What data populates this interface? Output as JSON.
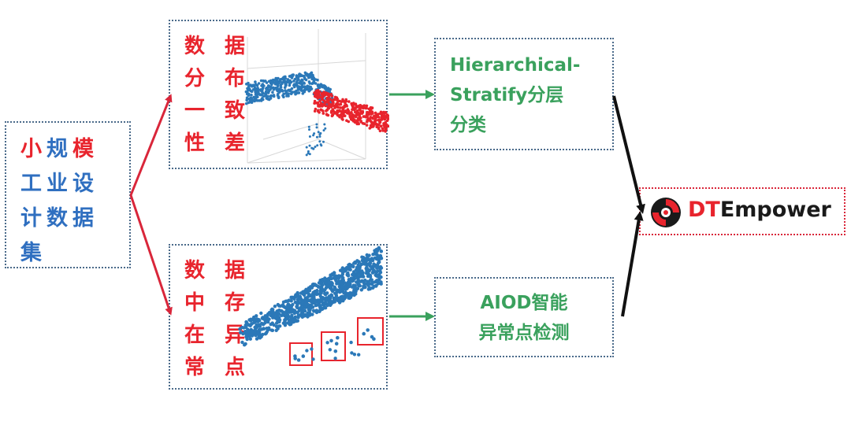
{
  "left_box": {
    "lines": [
      {
        "parts": [
          {
            "text": "小",
            "color": "#e8242d"
          },
          {
            "text": "规",
            "color": "#2f6fc0"
          },
          {
            "text": "模",
            "color": "#e8242d"
          }
        ]
      },
      {
        "parts": [
          {
            "text": "工",
            "color": "#2f6fc0"
          },
          {
            "text": "业",
            "color": "#2f6fc0"
          },
          {
            "text": "设",
            "color": "#2f6fc0"
          }
        ]
      },
      {
        "parts": [
          {
            "text": "计",
            "color": "#2f6fc0"
          },
          {
            "text": "数",
            "color": "#2f6fc0"
          },
          {
            "text": "据",
            "color": "#2f6fc0"
          }
        ]
      },
      {
        "parts": [
          {
            "text": "集",
            "color": "#2f6fc0"
          }
        ]
      }
    ]
  },
  "top_box": {
    "lines": [
      "数 据",
      "分 布",
      "一 致",
      "性 差"
    ],
    "color": "#e8242d"
  },
  "bottom_box": {
    "lines": [
      "数 据",
      "中 存",
      "在 异",
      "常 点"
    ],
    "color": "#e8242d"
  },
  "method_top": {
    "lines": [
      "Hierarchical-",
      "Stratify分层",
      "分类"
    ],
    "color": "#3aa15d"
  },
  "method_bottom": {
    "lines": [
      "AIOD智能",
      "异常点检测"
    ],
    "color": "#3aa15d"
  },
  "logo": {
    "text_dt": "DT",
    "text_rest": "Empower",
    "icon": "dtempower-swirl-icon",
    "dt_color": "#e8242d",
    "rest_color": "#1a1a1a"
  },
  "colors": {
    "arrow_red": "#d9263a",
    "arrow_green": "#3aa15d",
    "arrow_black": "#111111",
    "scatter_blue": "#2b78b8",
    "scatter_red": "#e8242d",
    "highlight_box": "#e8242d"
  }
}
